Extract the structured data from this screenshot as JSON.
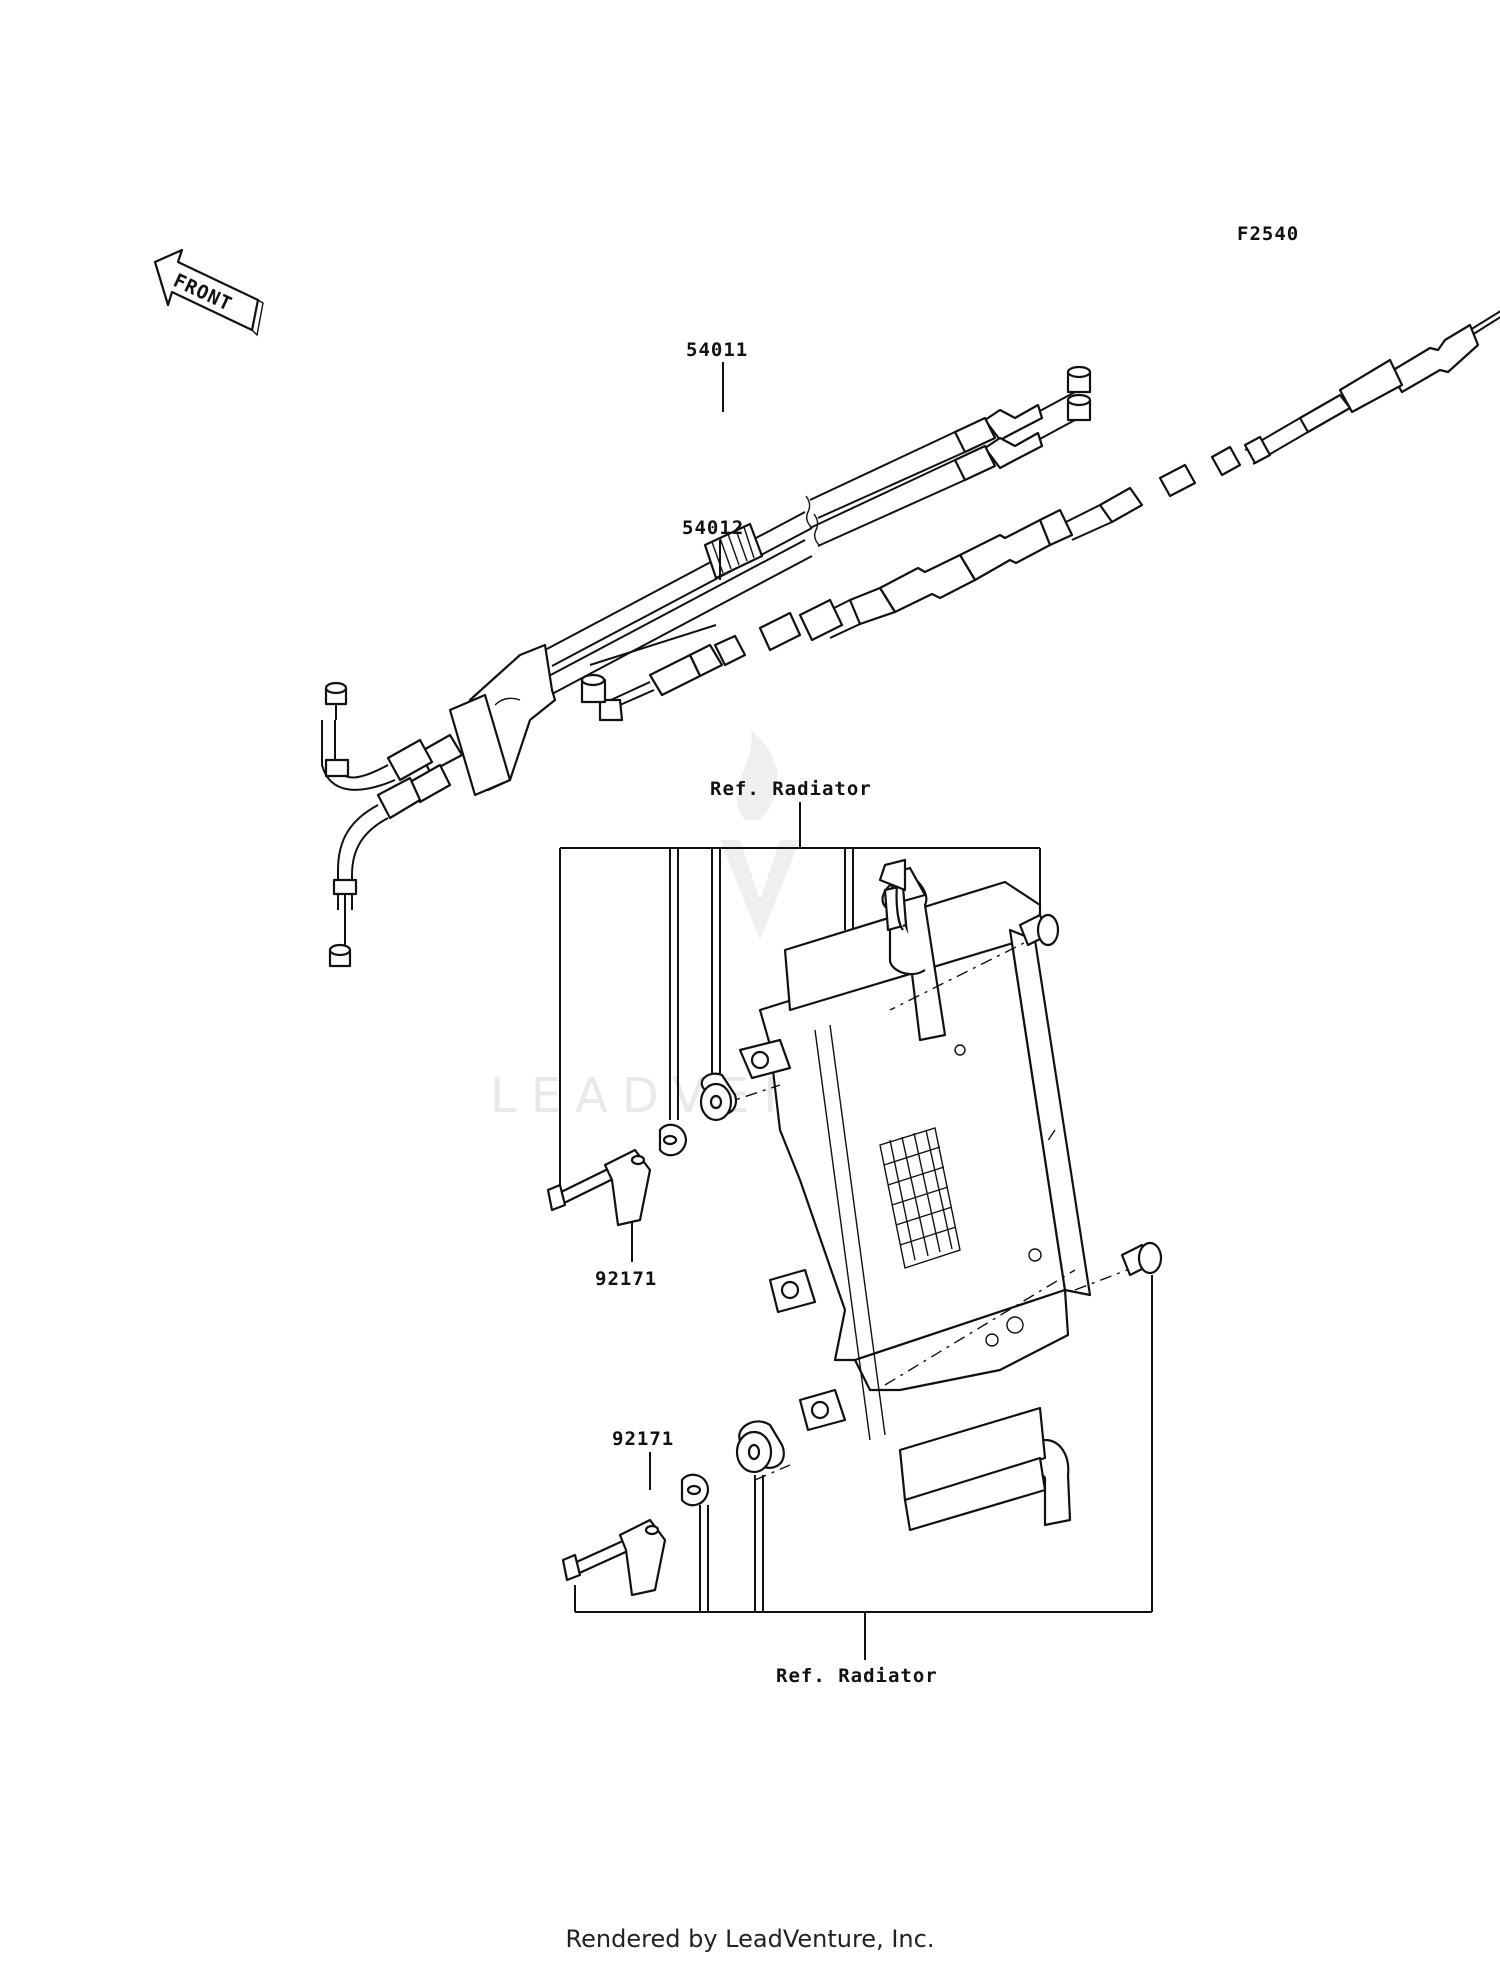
{
  "diagram_id": "F2540",
  "front_label": "FRONT",
  "parts": [
    {
      "number": "54011"
    },
    {
      "number": "54012"
    },
    {
      "number": "92171"
    },
    {
      "number": "92171"
    }
  ],
  "references": [
    "Ref. Radiator",
    "Ref. Radiator"
  ],
  "watermark": "LEADVENTURE",
  "footer": "Rendered by LeadVenture, Inc."
}
